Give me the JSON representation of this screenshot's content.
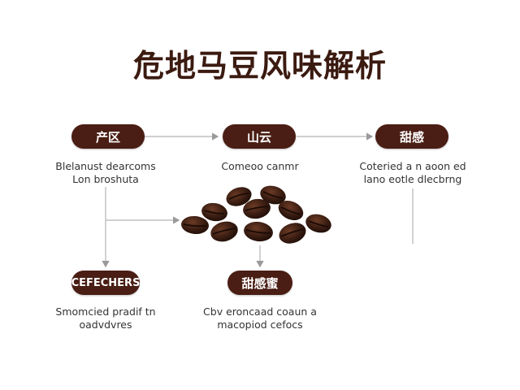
{
  "title": "危地马豆风味解析",
  "nodes": {
    "origin": {
      "label": "产区",
      "desc": [
        "Blelanust dearcoms",
        "Lon broshuta"
      ]
    },
    "mountain": {
      "label": "山云",
      "desc": [
        "Comeoo canmr"
      ]
    },
    "sweet": {
      "label": "甜感",
      "desc": [
        "Coteried a n aoon ed",
        "lano eotle dlecbrng"
      ]
    },
    "cefec": {
      "label": "CEFECHERS",
      "desc": [
        "Smomcied pradif tn",
        "oadvdvres"
      ]
    },
    "sweet2": {
      "label": "甜感蜜",
      "desc": [
        "Cbv eroncaad coaun a",
        "macopiod cefocs"
      ]
    }
  },
  "colors": {
    "pill": "#4a1e14",
    "title": "#3b1a10",
    "connector": "#b5b5b5",
    "bean": "#3a1d12"
  }
}
